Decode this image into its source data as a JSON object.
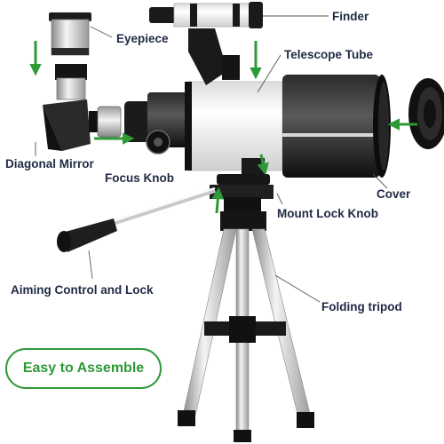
{
  "labels": {
    "finder": "Finder",
    "eyepiece": "Eyepiece",
    "telescope_tube": "Telescope Tube",
    "diagonal_mirror": "Diagonal Mirror",
    "focus_knob": "Focus Knob",
    "cover": "Cover",
    "mount_lock_knob": "Mount Lock Knob",
    "aiming_control": "Aiming Control and Lock",
    "folding_tripod": "Folding tripod"
  },
  "badge": {
    "text": "Easy to Assemble"
  },
  "colors": {
    "label_text": "#1f2a44",
    "arrow_green": "#2e9a36",
    "leader_line": "#555555"
  }
}
